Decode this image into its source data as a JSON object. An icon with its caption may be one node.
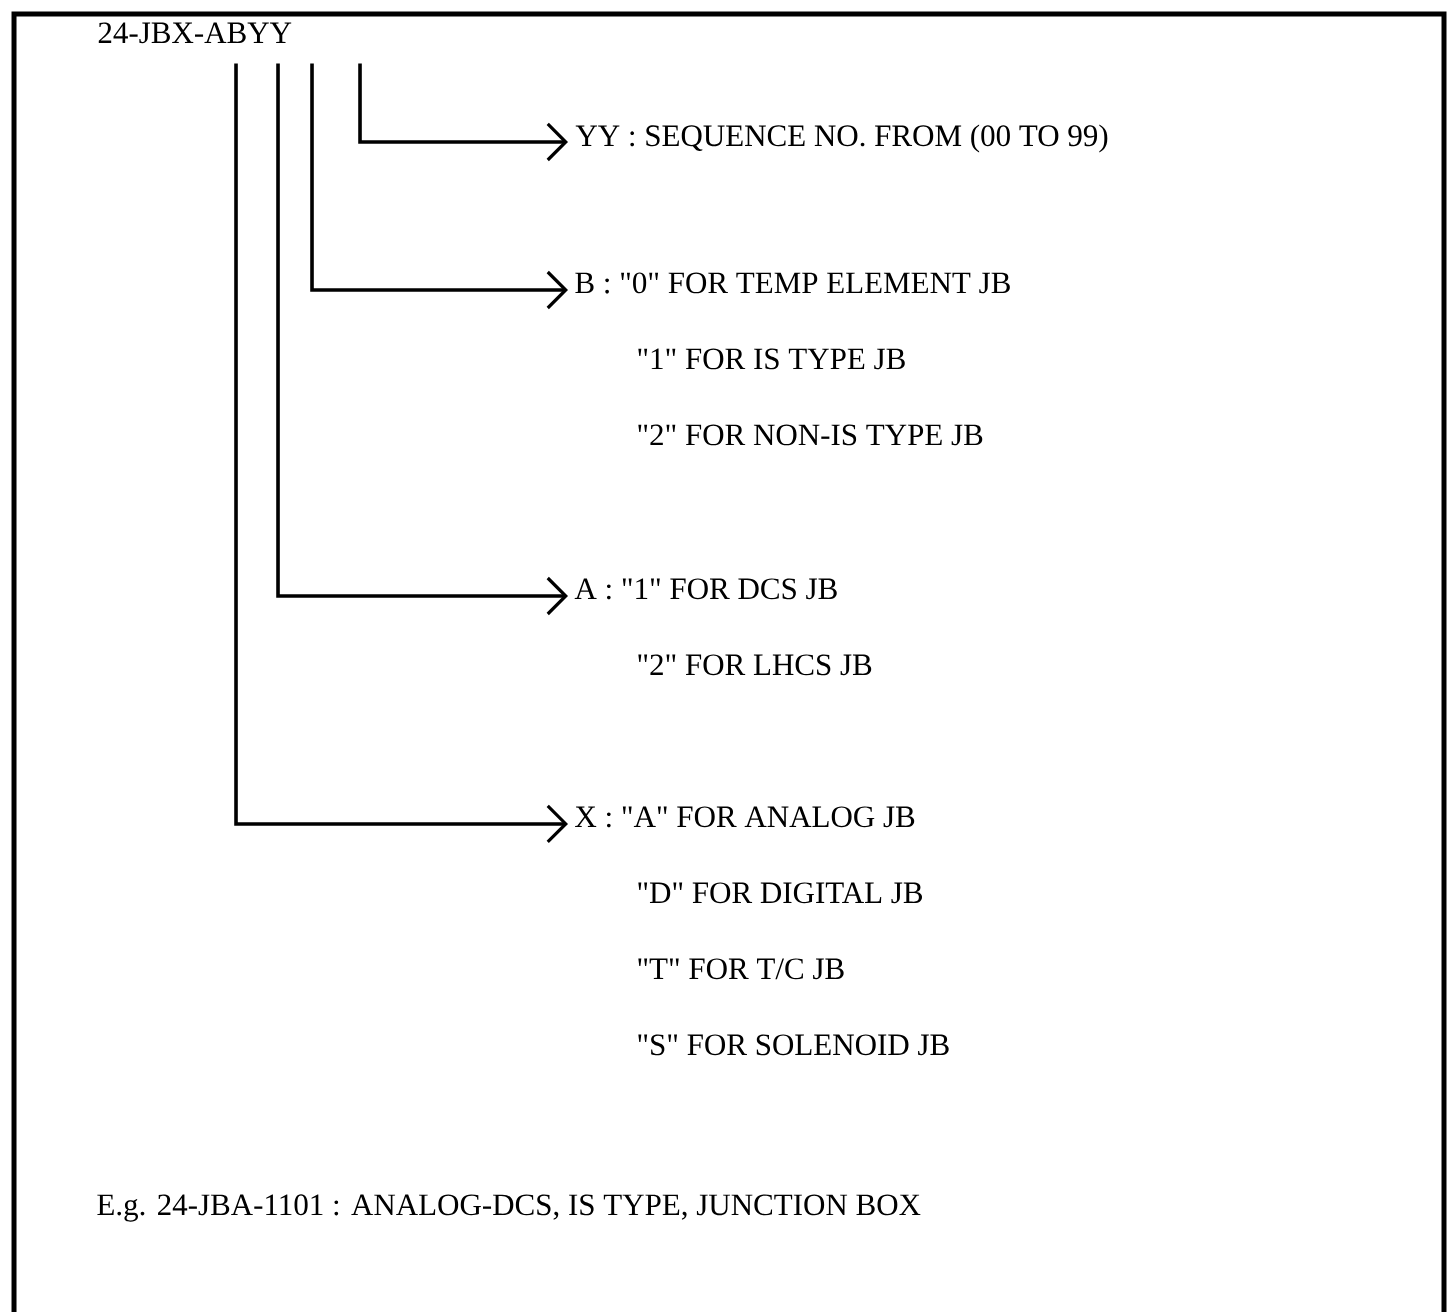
{
  "diagram": {
    "nodes": [
      {
        "text": [
          "24-JBX-ABYY"
        ]
      },
      {
        "text": [
          "YY : SEQUENCE NO. FROM (00 TO 99)"
        ]
      },
      {
        "text": [
          "B : \"0\" FOR TEMP ELEMENT JB",
          "\"1\" FOR IS TYPE JB",
          "\"2\" FOR NON-IS TYPE JB"
        ]
      },
      {
        "text": [
          "A : \"1\" FOR DCS JB",
          "\"2\" FOR LHCS JB"
        ]
      },
      {
        "text": [
          "X : \"A\" FOR ANALOG JB",
          "\"D\" FOR DIGITAL JB",
          "\"T\" FOR T/C JB",
          "\"S\" FOR SOLENOID JB"
        ]
      }
    ],
    "edges": [
      {
        "from": 0,
        "to": 1,
        "arrow": "to"
      },
      {
        "from": 0,
        "to": 2,
        "arrow": "to"
      },
      {
        "from": 0,
        "to": 3,
        "arrow": "to"
      },
      {
        "from": 0,
        "to": 4,
        "arrow": "to"
      }
    ],
    "labels": [
      "E.g.  24-JBA-1101 : ANALOG-DCS, IS TYPE,  JUNCTION BOX"
    ]
  }
}
